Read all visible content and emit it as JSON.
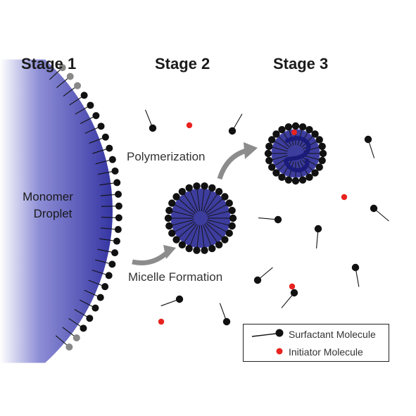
{
  "stages": [
    {
      "title": "Stage 1"
    },
    {
      "title": "Stage 2"
    },
    {
      "title": "Stage 3"
    }
  ],
  "droplet": {
    "line1": "Monomer",
    "line2": "Droplet"
  },
  "process_labels": {
    "micelle_formation": "Micelle Formation",
    "polymerization": "Polymerization"
  },
  "legend": {
    "surfactant": "Surfactant Molecule",
    "initiator": "Initiator Molecule"
  },
  "colors": {
    "monomer_fill": "#3d3d9e",
    "monomer_edge": "#5b5bc2",
    "surfactant_head": "#111111",
    "initiator": "#e8231f",
    "arrow": "#8c8c8c",
    "polymer_chain": "#1b1b7a"
  }
}
